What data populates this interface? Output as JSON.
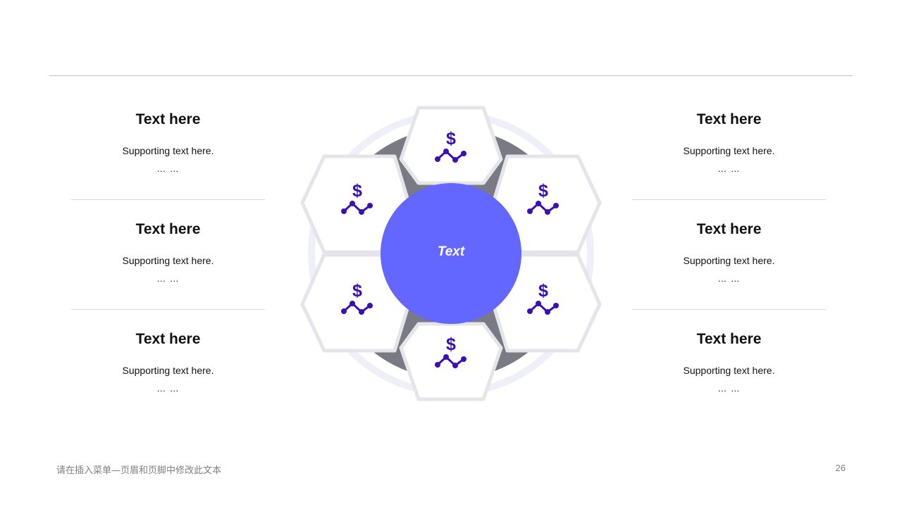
{
  "left_items": [
    {
      "title": "Text here",
      "body": "Supporting  text here.",
      "dots": "… …"
    },
    {
      "title": "Text here",
      "body": "Supporting  text here.",
      "dots": "… …"
    },
    {
      "title": "Text here",
      "body": "Supporting  text here.",
      "dots": "… …"
    }
  ],
  "right_items": [
    {
      "title": "Text here",
      "body": "Supporting  text here.",
      "dots": "… …"
    },
    {
      "title": "Text here",
      "body": "Supporting  text here.",
      "dots": "… …"
    },
    {
      "title": "Text here",
      "body": "Supporting  text here.",
      "dots": "… …"
    }
  ],
  "center": {
    "label": "Text"
  },
  "hexagon_icon": "dollar-trend-icon",
  "colors": {
    "accent": "#6366ff",
    "icon": "#3a10b5",
    "hex_border": "#e4e4ea",
    "connector": "#7f7f7f"
  },
  "footer": {
    "text": "请在插入菜单—页眉和页脚中修改此文本",
    "page": "26"
  }
}
